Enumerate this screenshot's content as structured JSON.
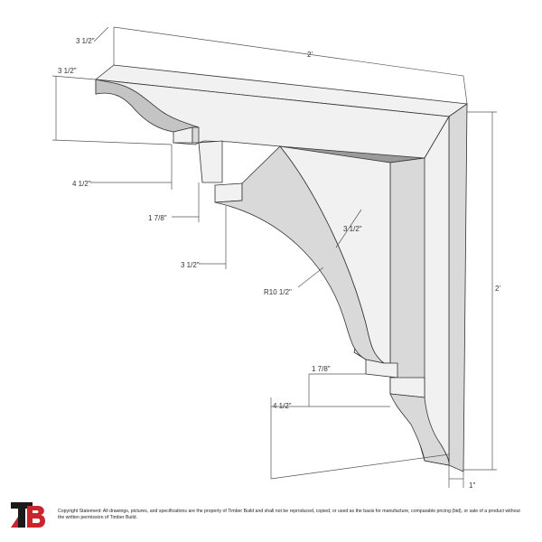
{
  "dimensions": {
    "top_thickness": "3 1/2\"",
    "top_end_height": "3 1/2\"",
    "top_length": "2'",
    "side_length": "2'",
    "top_step_depth": "4 1/2\"",
    "top_notch": "1 7/8\"",
    "top_step2": "3 1/2\"",
    "arc_width": "3 1/2\"",
    "radius": "R10 1/2\"",
    "bottom_notch": "1 7/8\"",
    "bottom_step_depth": "4 1/2\"",
    "bottom_thickness": "1\""
  },
  "logo": {
    "text": "TB",
    "color_dark": "#1a1a1a",
    "color_red": "#c8252c"
  },
  "copyright": "Copyright Statement: All drawings, pictures, and specifications are the property of Timber Build and shall not be reproduced, copied, or used as the basis for manufacture, comparable pricing (bid), or sale of a product without the written permission of Timber Build."
}
